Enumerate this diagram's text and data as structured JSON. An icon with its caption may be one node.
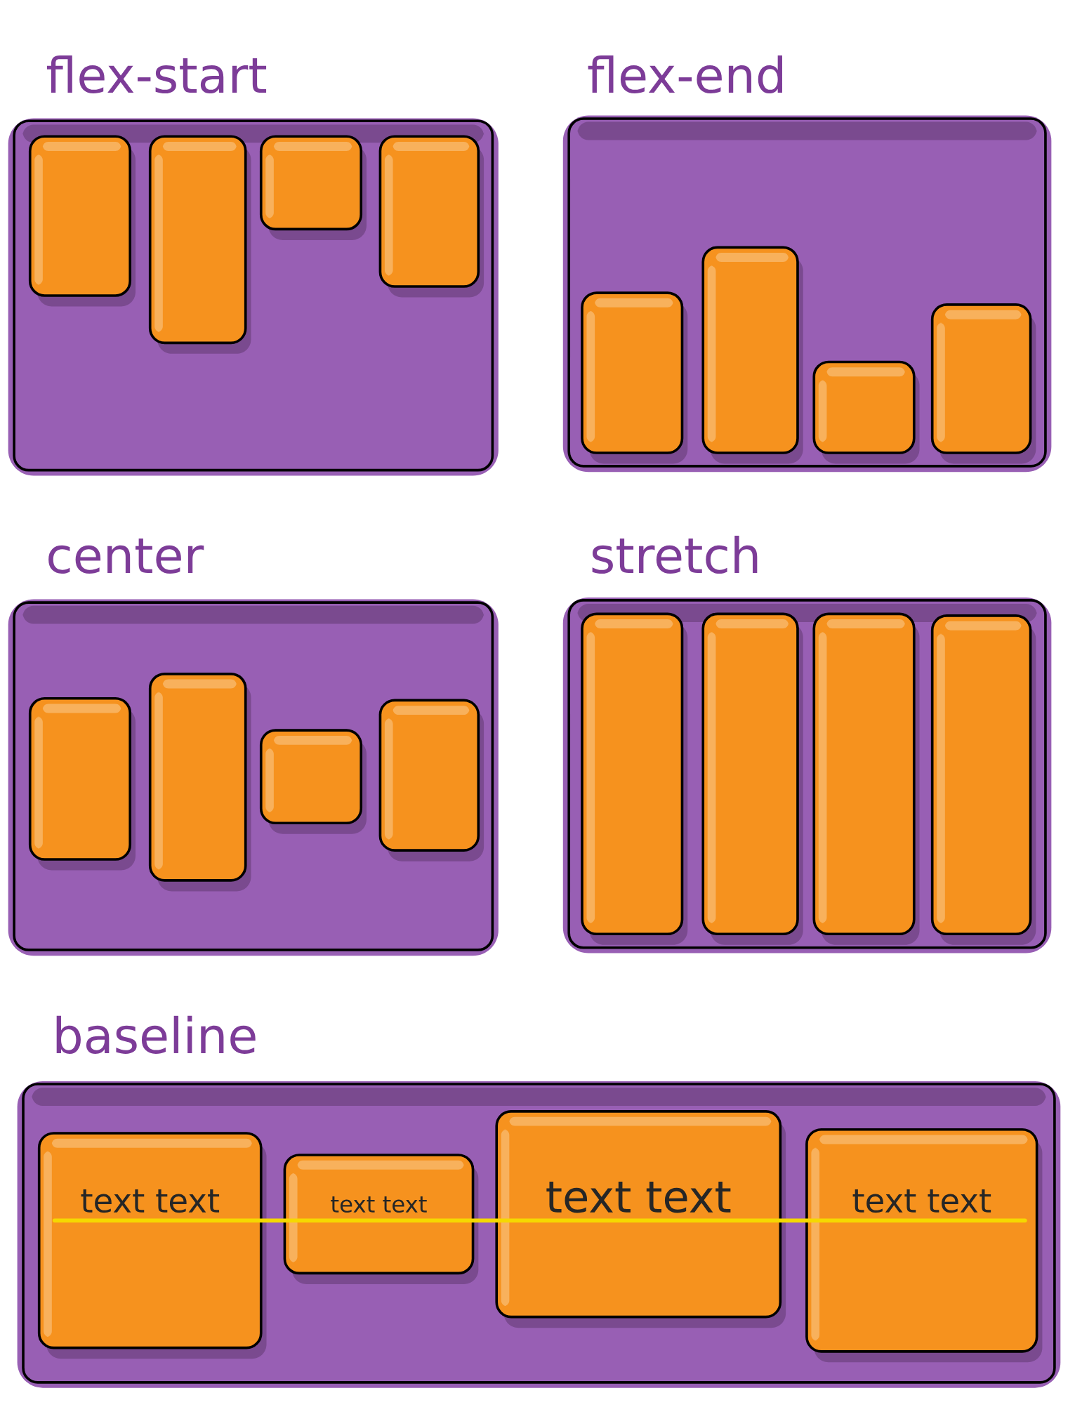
{
  "diagram": {
    "nodes": [
      {
        "text": [
          "flex-start"
        ]
      },
      {
        "text": [],
        "shape": "box",
        "in": 0
      },
      {
        "text": [],
        "shape": "box",
        "in": 0
      },
      {
        "text": [],
        "shape": "box",
        "in": 0
      },
      {
        "text": [],
        "shape": "box",
        "in": 0
      },
      {
        "text": [
          "flex-end"
        ]
      },
      {
        "text": [],
        "shape": "box",
        "in": 5
      },
      {
        "text": [],
        "shape": "box",
        "in": 5
      },
      {
        "text": [],
        "shape": "box",
        "in": 5
      },
      {
        "text": [],
        "shape": "box",
        "in": 5
      },
      {
        "text": [
          "center"
        ]
      },
      {
        "text": [],
        "shape": "box",
        "in": 10
      },
      {
        "text": [],
        "shape": "box",
        "in": 10
      },
      {
        "text": [],
        "shape": "box",
        "in": 10
      },
      {
        "text": [],
        "shape": "box",
        "in": 10
      },
      {
        "text": [
          "stretch"
        ]
      },
      {
        "text": [],
        "shape": "box",
        "in": 15
      },
      {
        "text": [],
        "shape": "box",
        "in": 15
      },
      {
        "text": [],
        "shape": "box",
        "in": 15
      },
      {
        "text": [],
        "shape": "box",
        "in": 15
      },
      {
        "text": [
          "baseline"
        ]
      },
      {
        "text": [
          "text text"
        ],
        "in": 20
      },
      {
        "text": [
          "text text"
        ],
        "in": 20
      },
      {
        "text": [
          "text text"
        ],
        "in": 20
      },
      {
        "text": [
          "text text"
        ],
        "in": 20
      }
    ]
  }
}
